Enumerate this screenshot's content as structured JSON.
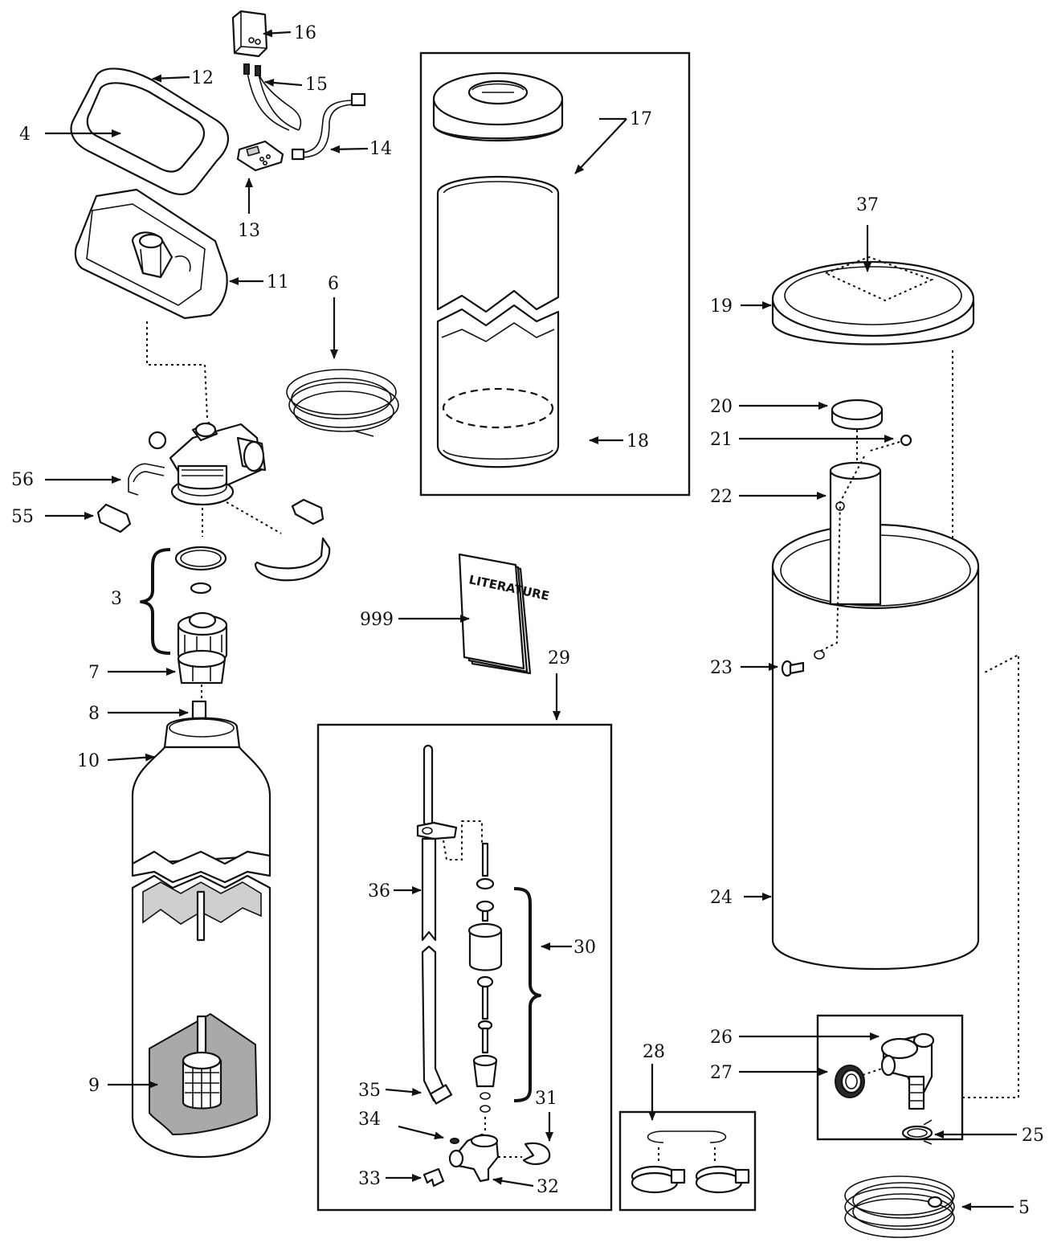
{
  "callouts": {
    "c16": "16",
    "c12": "12",
    "c15": "15",
    "c4": "4",
    "c17": "17",
    "c14": "14",
    "c13": "13",
    "c37": "37",
    "c11": "11",
    "c6": "6",
    "c19": "19",
    "c20": "20",
    "c21": "21",
    "c18": "18",
    "c56": "56",
    "c22": "22",
    "c55": "55",
    "c3": "3",
    "c999": "999",
    "c29": "29",
    "c23": "23",
    "c7": "7",
    "c8": "8",
    "c10": "10",
    "c36": "36",
    "c30": "30",
    "c24": "24",
    "c26": "26",
    "c28": "28",
    "c27": "27",
    "c9": "9",
    "c35": "35",
    "c31": "31",
    "c34": "34",
    "c25": "25",
    "c33": "33",
    "c32": "32",
    "c5": "5"
  },
  "literature_text": "LITERATURE",
  "colors": {
    "ink": "#111111",
    "paper": "#ffffff",
    "shade": "#a9a9a9"
  }
}
